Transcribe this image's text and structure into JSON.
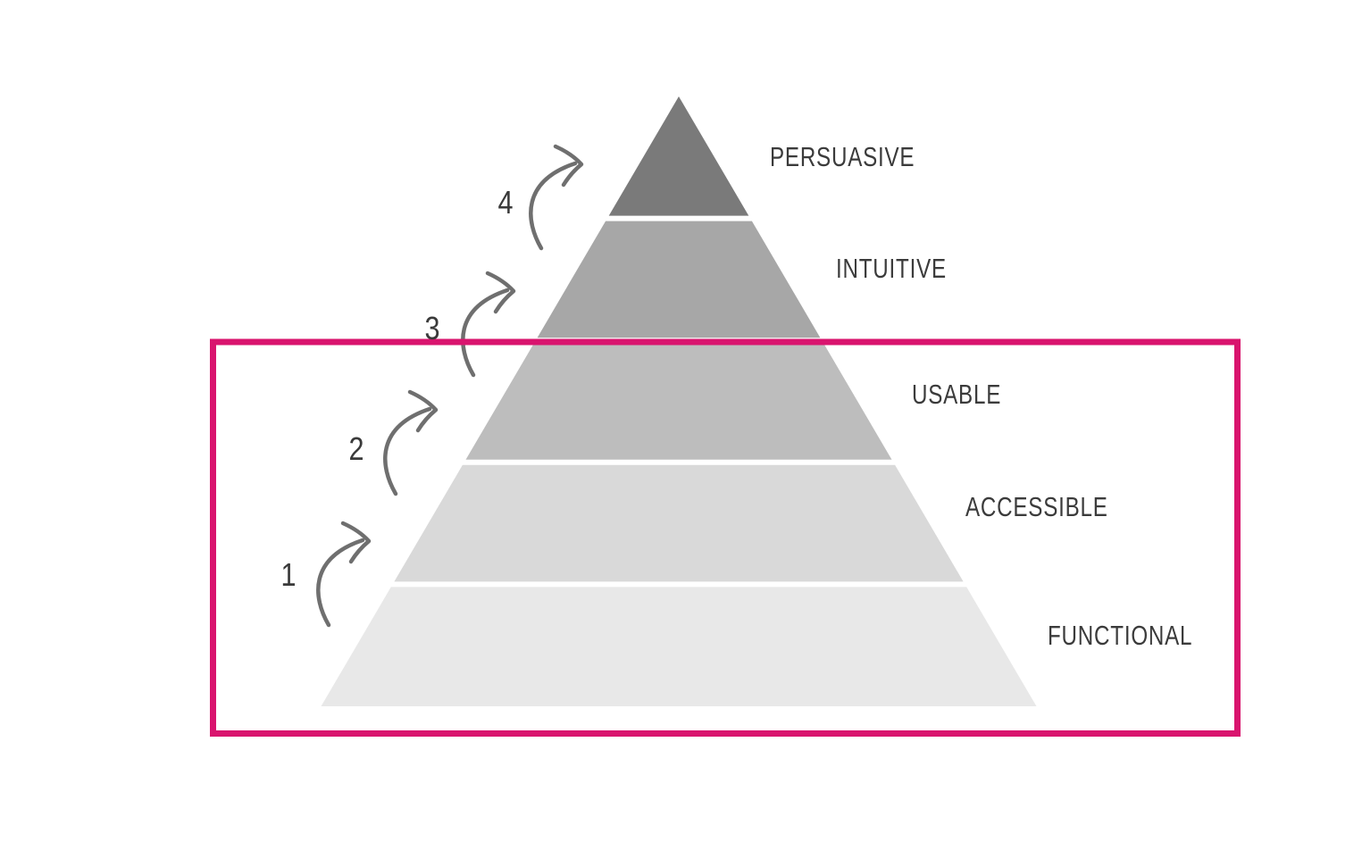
{
  "diagram": {
    "type": "pyramid",
    "levels": [
      {
        "rank": 5,
        "label": "PERSUASIVE",
        "color": "#7a7a7a"
      },
      {
        "rank": 4,
        "label": "INTUITIVE",
        "color": "#a7a7a7"
      },
      {
        "rank": 3,
        "label": "USABLE",
        "color": "#bdbdbd"
      },
      {
        "rank": 2,
        "label": "ACCESSIBLE",
        "color": "#d9d9d9"
      },
      {
        "rank": 1,
        "label": "FUNCTIONAL",
        "color": "#e8e8e8"
      }
    ],
    "step_numbers": [
      "1",
      "2",
      "3",
      "4"
    ],
    "highlight_box": {
      "color": "#d9146e"
    },
    "arrow_color": "#6f6f6f",
    "text_color": "#3b3b3b",
    "background_color": "#ffffff"
  }
}
